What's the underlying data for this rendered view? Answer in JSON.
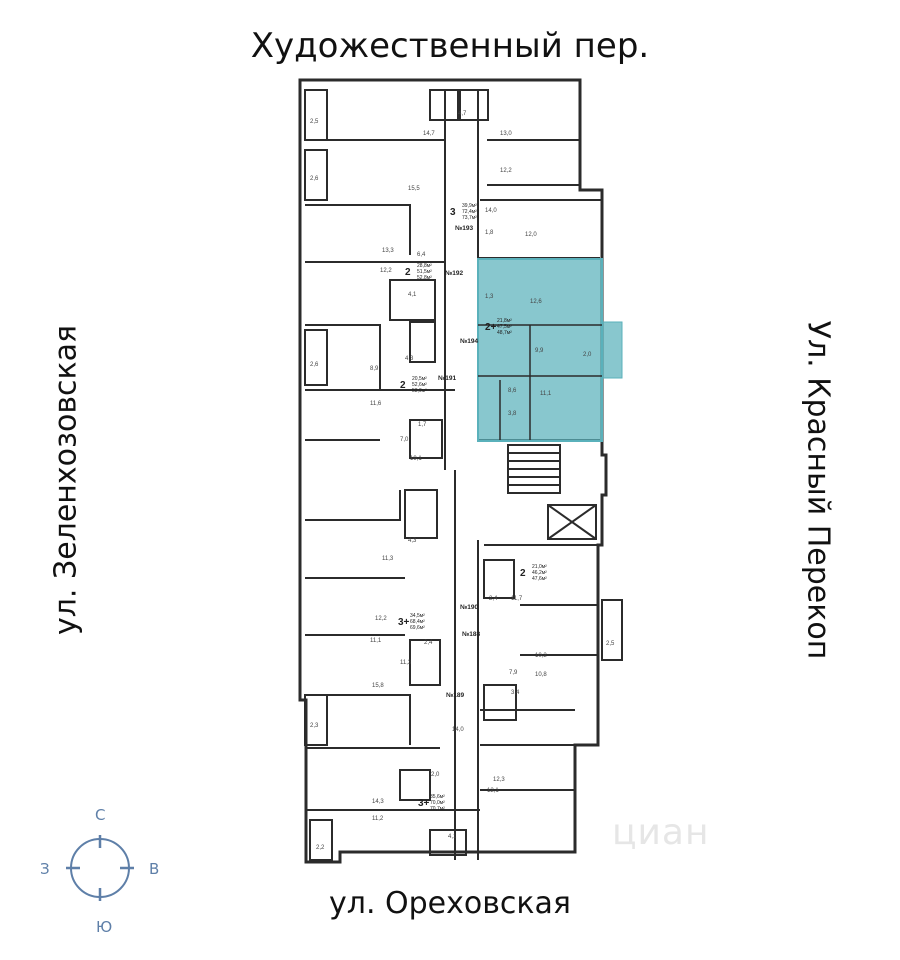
{
  "streets": {
    "top": "Художественный пер.",
    "bottom": "ул. Ореховская",
    "left": "ул. Зеленхозовская",
    "right": "Ул. Красный Перекоп"
  },
  "compass": {
    "north": "С",
    "south": "Ю",
    "west": "З",
    "east": "В"
  },
  "watermark": "циан",
  "colors": {
    "highlight": "#5ab1bb",
    "walls": "#2b2b2b",
    "compass": "#5e7fa8"
  },
  "apartments": [
    {
      "no": "№193",
      "rooms": "3",
      "areas": [
        "39,9м²",
        "72,4м²",
        "73,7м²"
      ]
    },
    {
      "no": "№192",
      "rooms": "2",
      "areas": [
        "28,8м²",
        "51,5м²",
        "52,8м²"
      ]
    },
    {
      "no": "№194",
      "rooms": "2+",
      "areas": [
        "21,8м²",
        "47,5м²",
        "48,7м²"
      ],
      "highlighted": true
    },
    {
      "no": "№191",
      "rooms": "2",
      "areas": [
        "20,5м²",
        "52,6м²",
        "53,9м²"
      ]
    },
    {
      "no": "№188",
      "rooms": "2",
      "areas": [
        "21,0м²",
        "46,2м²",
        "47,6м²"
      ]
    },
    {
      "no": "№190",
      "rooms": "3+",
      "areas": [
        "34,5м²",
        "68,4м²",
        "69,6м²"
      ]
    },
    {
      "no": "№189",
      "rooms": "3+",
      "areas": [
        "35,6м²",
        "70,0м²",
        "70,7м²"
      ]
    }
  ],
  "room_areas": [
    "2,5",
    "14,7",
    "4,7",
    "13,0",
    "2,6",
    "12,2",
    "15,5",
    "14,0",
    "1,8",
    "12,0",
    "13,3",
    "6,4",
    "12,2",
    "4,1",
    "1,3",
    "12,6",
    "9,9",
    "2,0",
    "2,6",
    "8,9",
    "4,3",
    "11,6",
    "8,6",
    "3,8",
    "11,1",
    "1,7",
    "7,0",
    "19,1",
    "4,3",
    "11,3",
    "2,4",
    "11,7",
    "12,2",
    "2,4",
    "11,1",
    "10,2",
    "2,5",
    "11,3",
    "15,8",
    "7,9",
    "10,8",
    "3,4",
    "2,3",
    "14,0",
    "2,0",
    "12,3",
    "14,3",
    "12,1",
    "11,2",
    "4,1",
    "2,2"
  ]
}
